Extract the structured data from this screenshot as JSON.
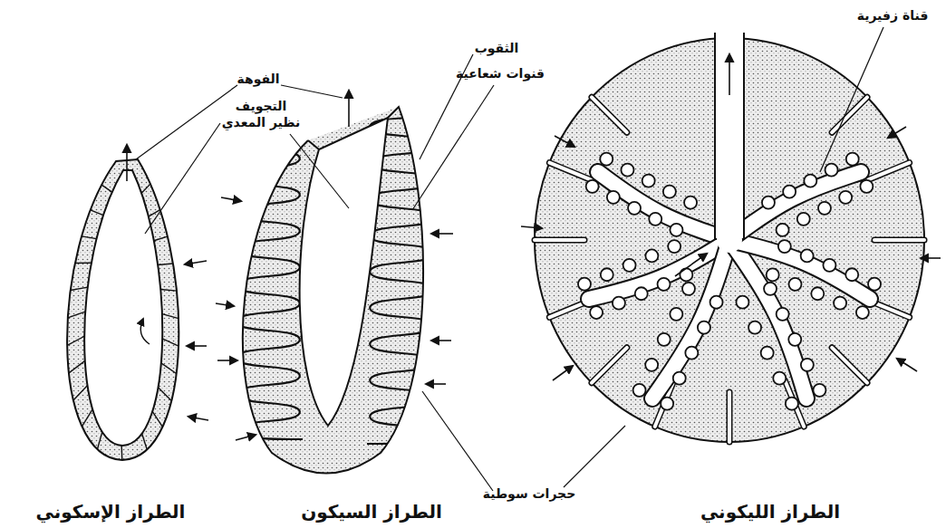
{
  "diagram": {
    "labels": [
      "الفوهة",
      "التجويف نظير المعدي",
      "الثقوب",
      "قنوات شعاعية",
      "قناة زفيرية",
      "حجرات سوطية",
      "الطراز الإسكوني",
      "الطراز السيكون",
      "الطراز الليكوني"
    ]
  }
}
